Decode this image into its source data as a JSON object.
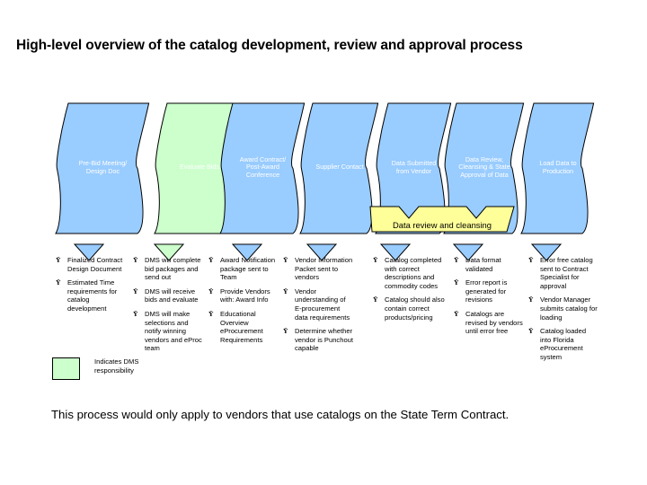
{
  "title": "High-level overview of the catalog development, review and approval process",
  "colors": {
    "chevron_blue": "#99ccff",
    "chevron_green": "#ccffcc",
    "banner_yellow": "#ffff99",
    "outline": "#000000",
    "chevron_text": "#ffffff"
  },
  "flow": {
    "steps": [
      {
        "label": "Pre-Bid Meeting/\nDesign Doc",
        "lines": [
          "Pre-Bid Meeting/",
          "Design Doc"
        ],
        "fill": "#99ccff",
        "owner": "other"
      },
      {
        "label": "Evaluate Bids",
        "lines": [
          "Evaluate Bids"
        ],
        "fill": "#ccffcc",
        "owner": "dms"
      },
      {
        "label": "Award Contract/\nPost-Award\nConference",
        "lines": [
          "Award Contract/",
          "Post-Award",
          "Conference"
        ],
        "fill": "#99ccff",
        "owner": "other"
      },
      {
        "label": "Supplier Contact",
        "lines": [
          "Supplier Contact"
        ],
        "fill": "#99ccff",
        "owner": "other"
      },
      {
        "label": "Data Submitted\nfrom Vendor",
        "lines": [
          "Data Submitted",
          "from Vendor"
        ],
        "fill": "#99ccff",
        "owner": "other"
      },
      {
        "label": "Data Review,\nCleansing & State\nApproval of Data",
        "lines": [
          "Data Review,",
          "Cleansing & State",
          "Approval of Data"
        ],
        "fill": "#99ccff",
        "owner": "other"
      },
      {
        "label": "Load Data to\nProduction",
        "lines": [
          "Load Data to",
          "Production"
        ],
        "fill": "#99ccff",
        "owner": "other"
      }
    ],
    "banner": {
      "label": "Data review and cleansing",
      "fill": "#ffff99",
      "spans_steps": [
        5,
        6
      ]
    }
  },
  "arrows": [
    {
      "fill": "#99ccff"
    },
    {
      "fill": "#ccffcc"
    },
    {
      "fill": "#99ccff"
    },
    {
      "fill": "#99ccff"
    },
    {
      "fill": "#99ccff"
    },
    {
      "fill": "#99ccff"
    },
    {
      "fill": "#99ccff"
    }
  ],
  "bullet_glyph": "Ÿ",
  "columns": [
    {
      "name": "pre-bid-meeting-design-doc",
      "items": [
        "Finalized Contract Design Document",
        "Estimated Time requirements for catalog development"
      ]
    },
    {
      "name": "evaluate-bids",
      "items": [
        "DMS will complete bid packages and send out",
        "DMS will receive bids and evaluate",
        "DMS will make selections and notify winning vendors and eProc team"
      ]
    },
    {
      "name": "award-contract-post-award-conference",
      "items": [
        "Award Notification package sent to Team",
        "Provide Vendors with: Award Info",
        "Educational Overview eProcurement Requirements"
      ]
    },
    {
      "name": "supplier-contact",
      "items": [
        "Vendor Information Packet sent to vendors",
        "Vendor understanding of E-procurement data requirements",
        "Determine whether vendor is Punchout capable"
      ]
    },
    {
      "name": "data-submitted-from-vendor",
      "items": [
        "Catalog completed with correct descriptions and commodity codes",
        "Catalog should also contain correct products/pricing"
      ]
    },
    {
      "name": "data-review-cleansing-state-approval",
      "items": [
        "Data format validated",
        "Error report is generated for revisions",
        "Catalogs are revised by vendors until error free"
      ]
    },
    {
      "name": "load-data-to-production",
      "items": [
        "Error free catalog sent to Contract Specialist for approval",
        "Vendor Manager submits catalog for loading",
        "Catalog loaded into Florida eProcurement system"
      ]
    }
  ],
  "legend": {
    "swatch_color": "#ccffcc",
    "text": "Indicates DMS responsibility"
  },
  "footnote": "This process would only apply to vendors that use catalogs on the State Term Contract."
}
